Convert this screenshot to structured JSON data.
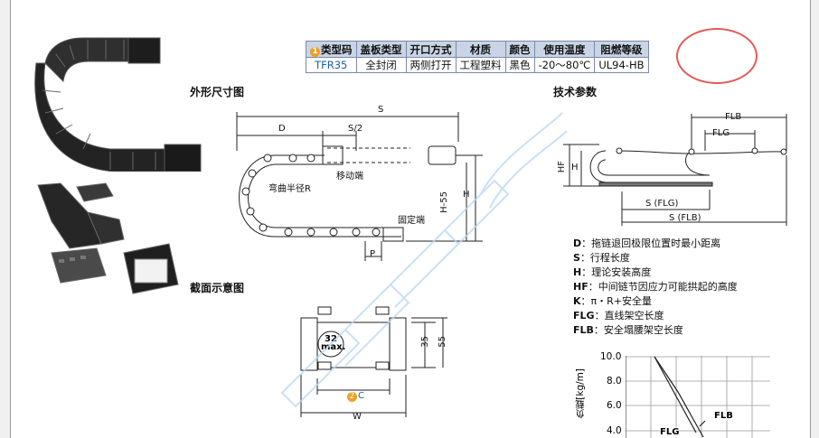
{
  "spec_table": {
    "headers": [
      "类型码",
      "盖板类型",
      "开口方式",
      "材质",
      "颜色",
      "使用温度",
      "阻燃等级"
    ],
    "header_badge": "1",
    "row": [
      "TFR35",
      "全封闭",
      "两侧打开",
      "工程塑料",
      "黑色",
      "-20～80℃",
      "UL94-HB"
    ]
  },
  "sections": {
    "outline": "外形尺寸图",
    "section_view": "截面示意图",
    "tech_params": "技术参数"
  },
  "outline_labels": {
    "S": "S",
    "S_half": "S/2",
    "D": "D",
    "moving_end": "移动端",
    "bend_radius": "弯曲半径R",
    "fixed_end": "固定端",
    "H_minus_55": "H-55",
    "H": "H",
    "P": "P"
  },
  "section_labels": {
    "max_value": "32",
    "max_text": "max.",
    "dim_35": "35",
    "dim_55": "55",
    "badge_2": "2",
    "C": "C",
    "W": "W"
  },
  "param_labels": {
    "FLb": "FLB",
    "FLg": "FLG",
    "Hf": "HF",
    "H": "H",
    "S_FLg": "S (FLG)",
    "S_FLb": "S (FLB)"
  },
  "legend": [
    {
      "key": "D",
      "text": "：拖链退回极限位置时最小距离"
    },
    {
      "key": "S",
      "text": "：行程长度"
    },
    {
      "key": "H",
      "text": "：理论安装高度"
    },
    {
      "key": "HF",
      "text": "：中间链节因应力可能拱起的高度"
    },
    {
      "key": "K",
      "text": "：π・R+安全量"
    },
    {
      "key": "FLG",
      "text": "：直线架空长度"
    },
    {
      "key": "FLB",
      "text": "：安全塌腰架空长度"
    }
  ],
  "load_chart": {
    "y_label": "负载[kg/m]",
    "y_ticks": [
      "10.0",
      "8.0",
      "6.0",
      "4.0"
    ],
    "series_labels": [
      "FLB",
      "FLG"
    ]
  },
  "colors": {
    "table_header": "#c9d4e6",
    "type_code": "#1a5fb4",
    "badge": "#f0a020",
    "highlight": "#e25a5a",
    "watermark": "#b9d6f2"
  }
}
